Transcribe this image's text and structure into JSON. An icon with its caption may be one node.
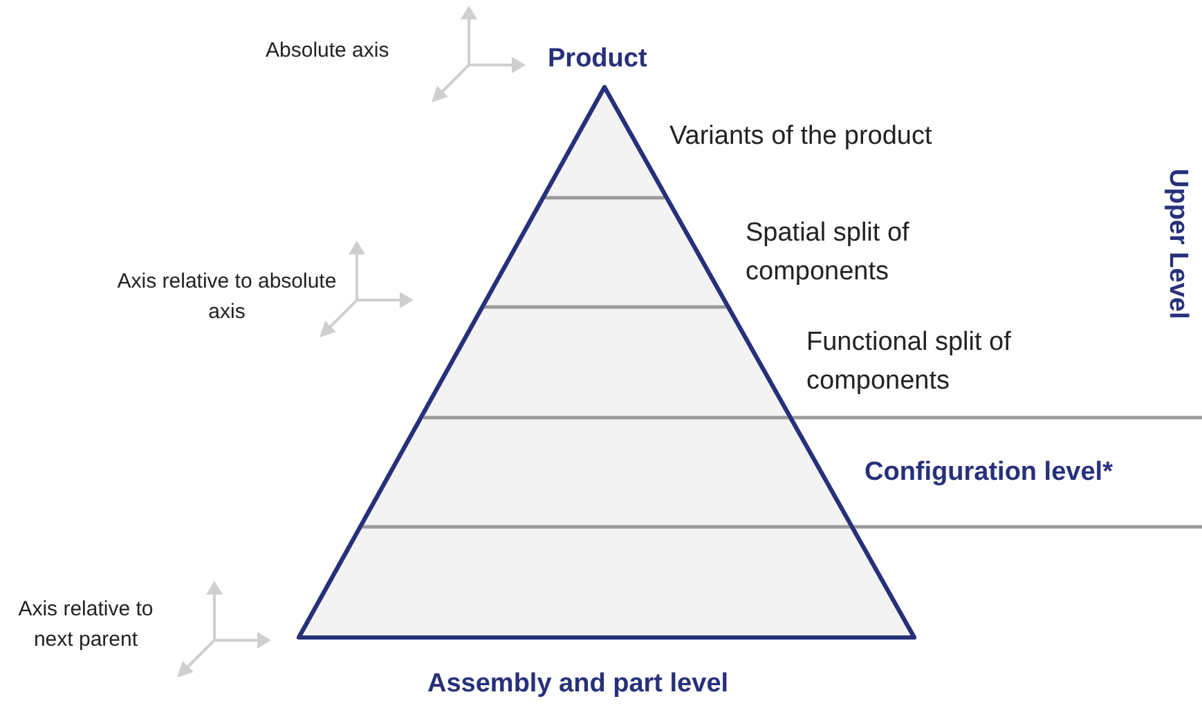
{
  "diagram": {
    "labels": [
      "Absolute axis",
      "Product",
      "Variants of the product",
      "Upper Level",
      "Spatial split of components",
      "Axis relative to absolute axis",
      "Functional split of components",
      "Configuration level*",
      "Axis relative to next parent",
      "Assembly and part level"
    ]
  }
}
